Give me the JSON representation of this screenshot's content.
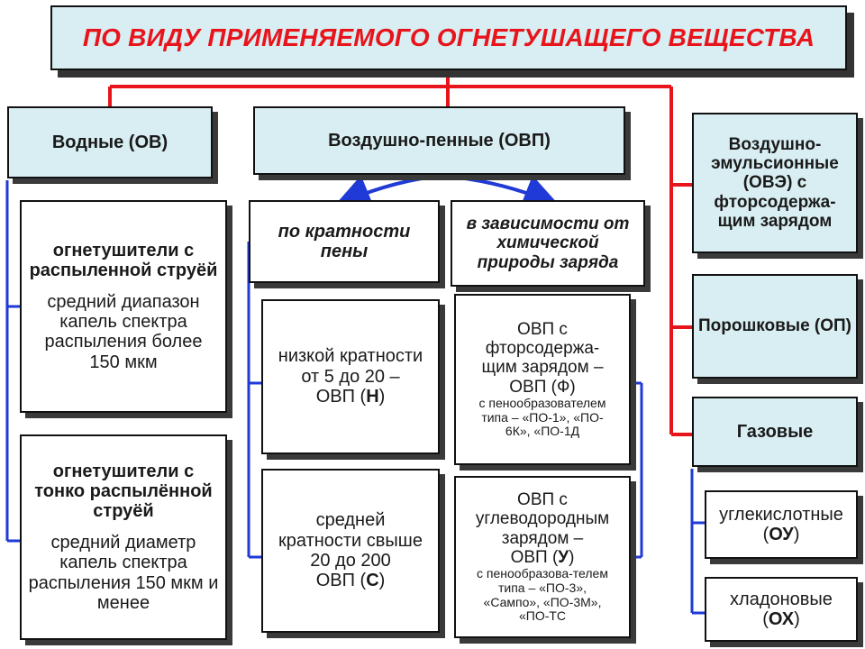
{
  "title": "ПО ВИДУ ПРИМЕНЯЕМОГО ОГНЕТУШАЩЕГО ВЕЩЕСТВА",
  "categories": {
    "water": "Водные (ОВ)",
    "foam": "Воздушно-пенные (ОВП)",
    "emulsion": [
      "Воздушно-",
      "эмульсионные",
      "(ОВЭ) с",
      "фторсодержа-",
      "щим зарядом"
    ],
    "powder": "Порошковые (ОП)",
    "gas": "Газовые"
  },
  "water_items": [
    {
      "heading": [
        "огнетушители с",
        "распыленной струёй"
      ],
      "body": [
        "средний диапазон",
        "капель спектра",
        "распыления более",
        "150 мкм"
      ]
    },
    {
      "heading": [
        "огнетушители с",
        "тонко распылённой",
        "струёй"
      ],
      "body": [
        "средний диаметр",
        "капель спектра",
        "распыления 150 мкм и",
        "менее"
      ]
    }
  ],
  "foam_criteria": {
    "by_ratio": [
      "по кратности",
      "пены"
    ],
    "by_charge": [
      "в зависимости от",
      "химической",
      "природы заряда"
    ]
  },
  "foam_ratio_items": [
    {
      "lines": [
        "низкой кратности",
        "от 5 до 20 –"
      ],
      "pre": "ОВП (",
      "code": "Н",
      "post": ")"
    },
    {
      "lines": [
        "средней",
        "кратности свыше",
        "20 до 200"
      ],
      "pre": "ОВП (",
      "code": "С",
      "post": ")"
    }
  ],
  "foam_charge_items": [
    {
      "lines": [
        "ОВП с",
        "фторсодержа-",
        "щим зарядом –",
        "ОВП (Ф)"
      ],
      "small": [
        "с пенообразователем",
        "типа – «ПО-1», «ПО-",
        "6К», «ПО-1Д"
      ]
    },
    {
      "lines": [
        "ОВП с",
        "углеводородным",
        "зарядом –"
      ],
      "pre": "ОВП (",
      "code": "У",
      "post": ")",
      "small": [
        "с пенообразова-телем",
        "типа – «ПО-3»,",
        "«Сампо», «ПО-3М»,",
        "«ПО-ТС"
      ]
    }
  ],
  "gas_items": [
    {
      "line": "углекислотные",
      "pre": "(",
      "code": "ОУ",
      "post": ")"
    },
    {
      "line": "хладоновые",
      "pre": "(",
      "code": "ОХ",
      "post": ")"
    }
  ],
  "colors": {
    "red": "#e8141b",
    "blue": "#1f3ad6",
    "teal": "#d8eef2"
  }
}
